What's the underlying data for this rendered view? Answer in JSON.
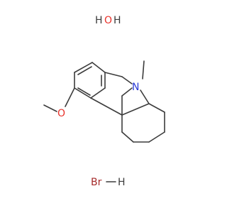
{
  "labels": {
    "water_h_left": "H",
    "water_o": "O",
    "water_h_right": "H",
    "nitrogen": "N",
    "methoxy_o": "O",
    "hbr_br": "Br",
    "hbr_h": "H"
  },
  "colors": {
    "bond": "#3c3c3c",
    "hydrogen": "#3c3c3c",
    "oxygen": "#e8322a",
    "nitrogen": "#2b3bd6",
    "bromine": "#a52a2a"
  }
}
